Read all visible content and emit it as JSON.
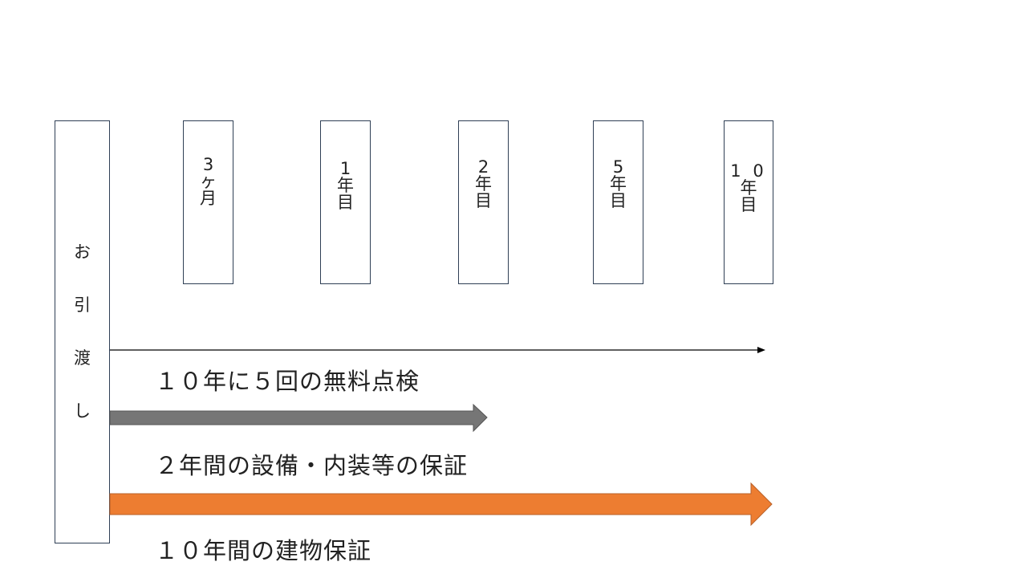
{
  "handover": {
    "label_chars": [
      "お",
      "引",
      "渡",
      "し"
    ]
  },
  "milestones": [
    {
      "chars": [
        "3",
        "ヶ",
        "月"
      ]
    },
    {
      "chars": [
        "1",
        "年",
        "目"
      ]
    },
    {
      "chars": [
        "2",
        "年",
        "目"
      ]
    },
    {
      "chars": [
        "5",
        "年",
        "目"
      ]
    },
    {
      "chars": [
        "1 0",
        "年",
        "目"
      ]
    }
  ],
  "bars": [
    {
      "label": "１０年に５回の無料点検",
      "color": "#000000"
    },
    {
      "label": "２年間の設備・内装等の保証",
      "color": "#767676"
    },
    {
      "label": "１０年間の建物保証",
      "color": "#ed7d31"
    }
  ]
}
